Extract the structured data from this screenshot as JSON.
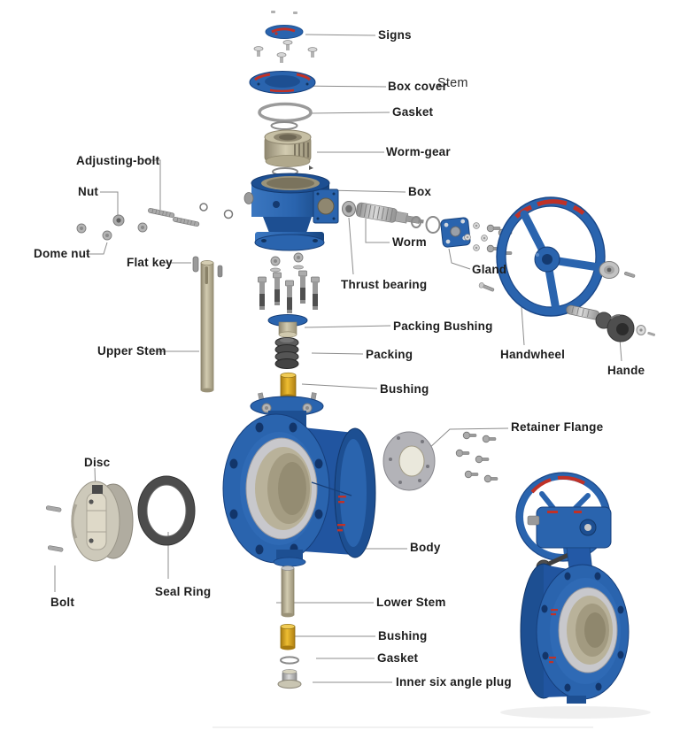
{
  "colors": {
    "valve_blue": "#2a64ae",
    "valve_blue_dark": "#1d4f92",
    "valve_blue_deep": "#143d77",
    "metal_tan": "#b7ae92",
    "metal_gray": "#b9b9b9",
    "brass_gold": "#d8a21c",
    "rubber_dark": "#4b4b4b",
    "red_mark": "#c03127",
    "leader_line": "#8c8c8c",
    "label_text": "#1d1d1d"
  },
  "parts": [
    {
      "name": "signs",
      "label": "Signs"
    },
    {
      "name": "box-cover",
      "label": "Box cover"
    },
    {
      "name": "stem",
      "label": "Stem"
    },
    {
      "name": "gasket-top",
      "label": "Gasket"
    },
    {
      "name": "worm-gear",
      "label": "Worm-gear"
    },
    {
      "name": "box",
      "label": "Box"
    },
    {
      "name": "worm",
      "label": "Worm"
    },
    {
      "name": "thrust-bearing",
      "label": "Thrust bearing"
    },
    {
      "name": "gland",
      "label": "Gland"
    },
    {
      "name": "handwheel",
      "label": "Handwheel"
    },
    {
      "name": "hande",
      "label": "Hande"
    },
    {
      "name": "adjusting-bolt",
      "label": "Adjusting-bolt"
    },
    {
      "name": "nut",
      "label": "Nut"
    },
    {
      "name": "dome-nut",
      "label": "Dome nut"
    },
    {
      "name": "flat-key",
      "label": "Flat key"
    },
    {
      "name": "upper-stem",
      "label": "Upper Stem"
    },
    {
      "name": "packing-bushing",
      "label": "Packing Bushing"
    },
    {
      "name": "packing",
      "label": "Packing"
    },
    {
      "name": "bushing-upper",
      "label": "Bushing"
    },
    {
      "name": "retainer-flange",
      "label": "Retainer Flange"
    },
    {
      "name": "disc",
      "label": "Disc"
    },
    {
      "name": "bolt",
      "label": "Bolt"
    },
    {
      "name": "seal-ring",
      "label": "Seal Ring"
    },
    {
      "name": "body",
      "label": "Body"
    },
    {
      "name": "lower-stem",
      "label": "Lower Stem"
    },
    {
      "name": "bushing-lower",
      "label": "Bushing"
    },
    {
      "name": "gasket-lower",
      "label": "Gasket"
    },
    {
      "name": "inner-six-angle-plug",
      "label": "Inner six angle plug"
    }
  ]
}
